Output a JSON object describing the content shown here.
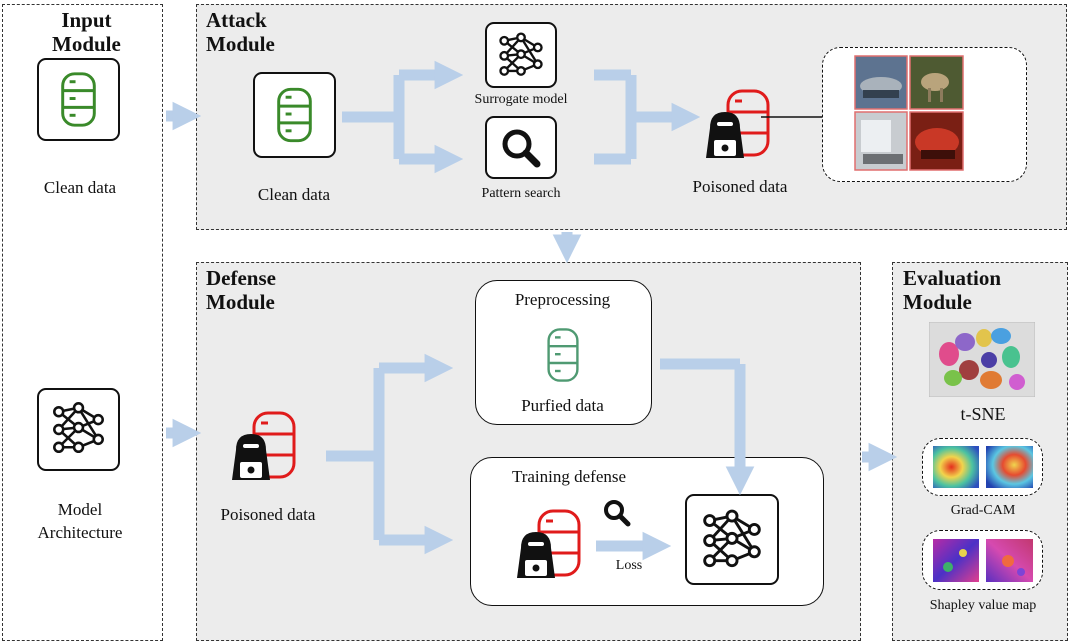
{
  "input_module": {
    "title": "Input\nModule",
    "clean_data_label": "Clean data",
    "model_arch_label": "Model\nArchitecture"
  },
  "attack_module": {
    "title": "Attack\nModule",
    "clean_data_label": "Clean data",
    "surrogate_label": "Surrogate model",
    "pattern_label": "Pattern search",
    "poisoned_label": "Poisoned data"
  },
  "defense_module": {
    "title": "Defense\nModule",
    "poisoned_label": "Poisoned data",
    "preprocessing_label": "Preprocessing",
    "purified_label": "Purfied data",
    "training_defense_label": "Training defense",
    "loss_label": "Loss"
  },
  "evaluation_module": {
    "title": "Evaluation\nModule",
    "tsne_label": "t-SNE",
    "gradcam_label": "Grad-CAM",
    "shapley_label": "Shapley value map"
  },
  "colors": {
    "clean_db": "#3a8a2a",
    "poisoned_db": "#e01b1b",
    "purified_db": "#4f9a72",
    "arrow": "#b9cfe9",
    "panel": "#ececec"
  }
}
